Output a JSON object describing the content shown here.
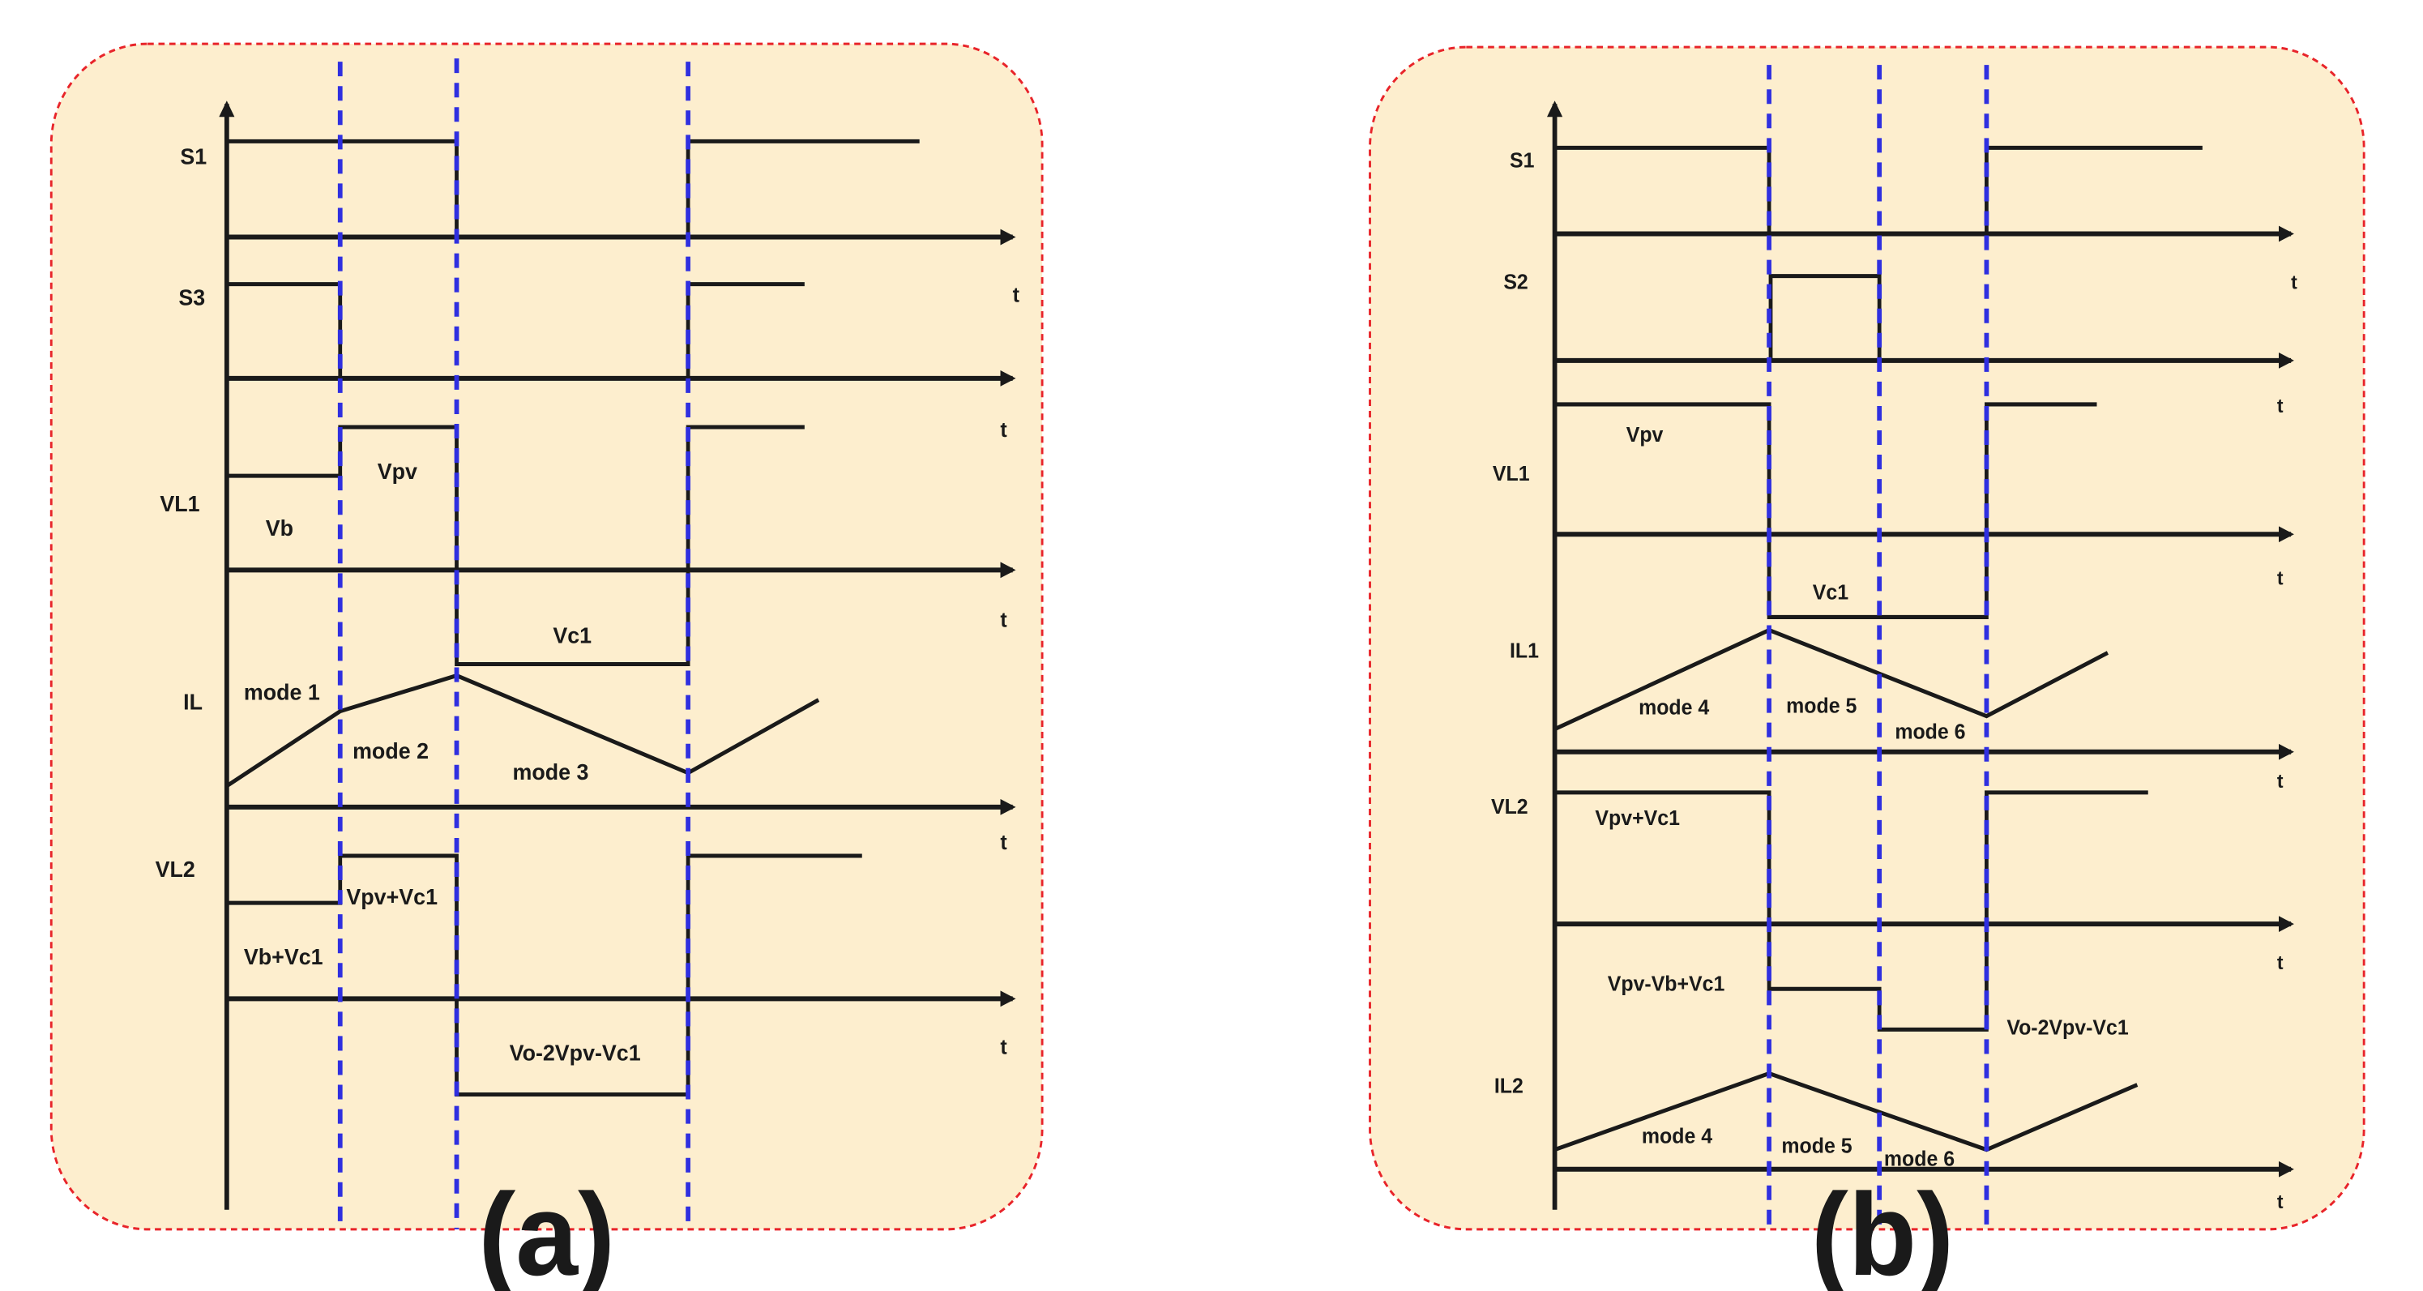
{
  "colors": {
    "panel_fill": "#fdeece",
    "panel_border": "#e8242a",
    "divider": "#2f2fe0",
    "trace": "#1a1a1a"
  },
  "panel_a": {
    "caption": "a",
    "signals": [
      "S1",
      "S3",
      "VL1",
      "IL",
      "VL2"
    ],
    "time_label": "t",
    "labels": {
      "vb": "Vb",
      "vpv": "Vpv",
      "vc1": "Vc1",
      "mode1": "mode 1",
      "mode2": "mode 2",
      "mode3": "mode 3",
      "vb_vc1": "Vb+Vc1",
      "vpv_vc1": "Vpv+Vc1",
      "vo_expr": "Vo-2Vpv-Vc1"
    }
  },
  "panel_b": {
    "caption": "b",
    "signals": [
      "S1",
      "S2",
      "VL1",
      "IL1",
      "VL2",
      "IL2"
    ],
    "time_label": "t",
    "labels": {
      "vpv": "Vpv",
      "vc1": "Vc1",
      "mode4": "mode 4",
      "mode5": "mode 5",
      "mode6": "mode 6",
      "vpv_vc1": "Vpv+Vc1",
      "vpv_vb_vc1": "Vpv-Vb+Vc1",
      "vo_expr": "Vo-2Vpv-Vc1",
      "mode4_b": "mode 4",
      "mode5_b": "mode 5",
      "mode6_b": "mode 6"
    }
  }
}
